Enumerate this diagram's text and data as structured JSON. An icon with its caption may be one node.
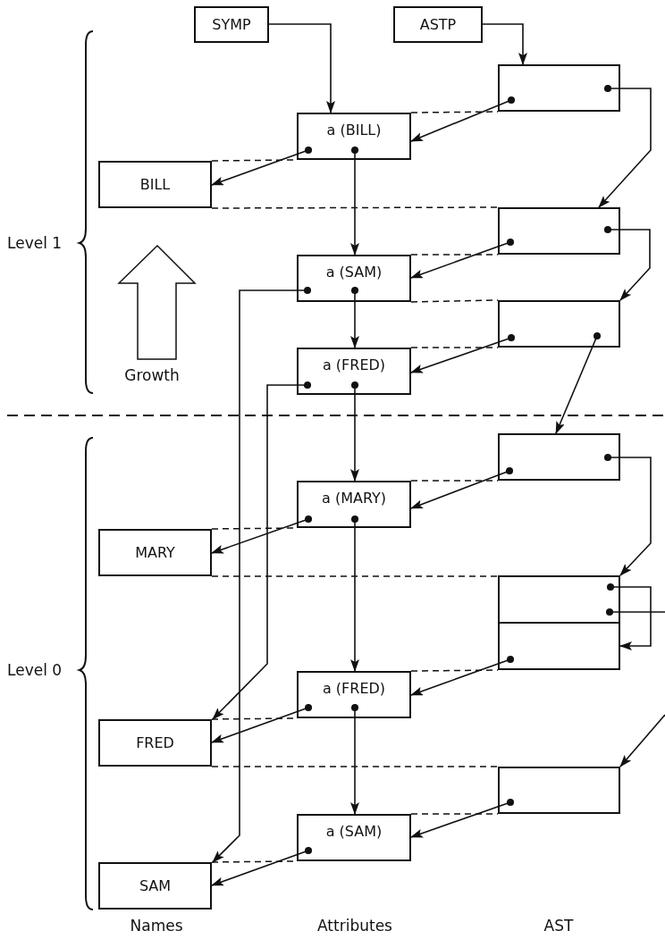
{
  "diagram": {
    "nodes": [
      {
        "text": [
          "SYMP"
        ]
      },
      {
        "text": [
          "ASTP"
        ]
      },
      {
        "text": [],
        "shape": "box"
      },
      {
        "text": [
          "a (BILL)"
        ]
      },
      {
        "text": [
          "BILL"
        ]
      },
      {
        "text": [],
        "shape": "box"
      },
      {
        "text": [
          "a (SAM)"
        ]
      },
      {
        "text": [],
        "shape": "box"
      },
      {
        "text": [
          "a (FRED)"
        ]
      },
      {
        "text": [],
        "shape": "box"
      },
      {
        "text": [
          "a (MARY)"
        ]
      },
      {
        "text": [
          "MARY"
        ]
      },
      {
        "text": [],
        "shape": "box"
      },
      {
        "text": [],
        "shape": "box"
      },
      {
        "text": [
          "a (FRED)"
        ]
      },
      {
        "text": [
          "FRED"
        ]
      },
      {
        "text": [],
        "shape": "box"
      },
      {
        "text": [
          "a (SAM)"
        ]
      },
      {
        "text": [
          "SAM"
        ]
      }
    ],
    "edges": [
      {
        "from": 0,
        "to": 3,
        "arrow": "to"
      },
      {
        "from": 1,
        "to": 2,
        "arrow": "to"
      },
      {
        "from": 2,
        "to": 3,
        "arrow": "to"
      },
      {
        "from": 2,
        "to": 5,
        "arrow": "to"
      },
      {
        "from": 3,
        "to": 4,
        "arrow": "to"
      },
      {
        "from": 3,
        "to": 6,
        "arrow": "to"
      },
      {
        "from": 5,
        "to": 6,
        "arrow": "to"
      },
      {
        "from": 5,
        "to": 7,
        "arrow": "to"
      },
      {
        "from": 6,
        "to": 18,
        "arrow": "to"
      },
      {
        "from": 6,
        "to": 8,
        "arrow": "to"
      },
      {
        "from": 7,
        "to": 8,
        "arrow": "to"
      },
      {
        "from": 7,
        "to": 9,
        "arrow": "to"
      },
      {
        "from": 8,
        "to": 15,
        "arrow": "to"
      },
      {
        "from": 8,
        "to": 10,
        "arrow": "to"
      },
      {
        "from": 9,
        "to": 10,
        "arrow": "to"
      },
      {
        "from": 9,
        "to": 12,
        "arrow": "to"
      },
      {
        "from": 10,
        "to": 11,
        "arrow": "to"
      },
      {
        "from": 10,
        "to": 14,
        "arrow": "to"
      },
      {
        "from": 12,
        "to": 13,
        "arrow": "to"
      },
      {
        "from": 12,
        "to": null,
        "arrow": "other"
      },
      {
        "from": null,
        "to": 16,
        "arrow": "to"
      },
      {
        "from": 13,
        "to": 14,
        "arrow": "to"
      },
      {
        "from": 14,
        "to": 15,
        "arrow": "to"
      },
      {
        "from": 14,
        "to": 17,
        "arrow": "to"
      },
      {
        "from": 16,
        "to": 17,
        "arrow": "to"
      },
      {
        "from": 17,
        "to": 18,
        "arrow": "to"
      },
      {
        "from": 3,
        "to": 2,
        "arrow": "none",
        "style": "dashed"
      },
      {
        "from": 4,
        "to": 3,
        "arrow": "none",
        "style": "dashed"
      },
      {
        "from": 4,
        "to": 5,
        "arrow": "none",
        "style": "dashed"
      },
      {
        "from": 6,
        "to": 5,
        "arrow": "none",
        "style": "dashed"
      },
      {
        "from": 6,
        "to": 7,
        "arrow": "none",
        "style": "dashed"
      },
      {
        "from": 8,
        "to": 7,
        "arrow": "none",
        "style": "dashed"
      },
      {
        "from": 10,
        "to": 9,
        "arrow": "none",
        "style": "dashed"
      },
      {
        "from": 11,
        "to": 10,
        "arrow": "none",
        "style": "dashed"
      },
      {
        "from": 11,
        "to": 12,
        "arrow": "none",
        "style": "dashed"
      },
      {
        "from": 14,
        "to": 13,
        "arrow": "none",
        "style": "dashed"
      },
      {
        "from": 15,
        "to": 14,
        "arrow": "none",
        "style": "dashed"
      },
      {
        "from": 15,
        "to": 16,
        "arrow": "none",
        "style": "dashed"
      },
      {
        "from": 17,
        "to": 16,
        "arrow": "none",
        "style": "dashed"
      },
      {
        "from": 18,
        "to": 17,
        "arrow": "none",
        "style": "dashed"
      }
    ],
    "labels": [
      "Level 1",
      "Growth",
      "Level 0",
      "Names",
      "Attributes",
      "AST"
    ]
  }
}
